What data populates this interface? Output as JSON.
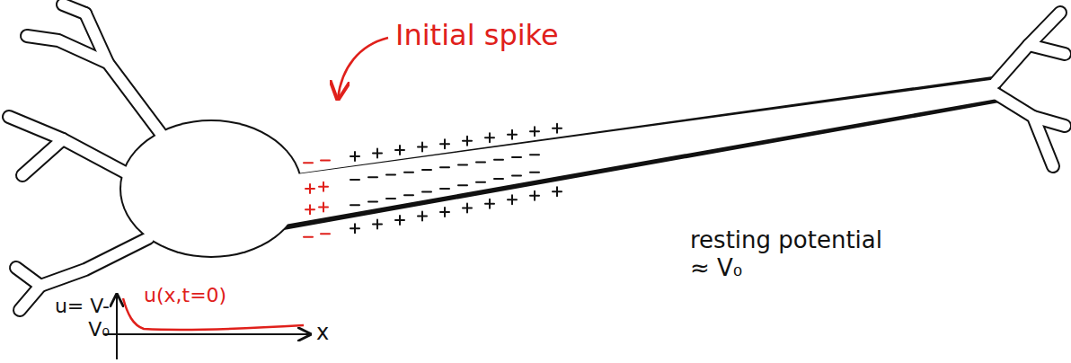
{
  "diagram": {
    "labels": [
      "Initial spike",
      "resting potential ≈ V₀",
      "u= V-V₀",
      "u(x,t=0)",
      "x"
    ]
  }
}
